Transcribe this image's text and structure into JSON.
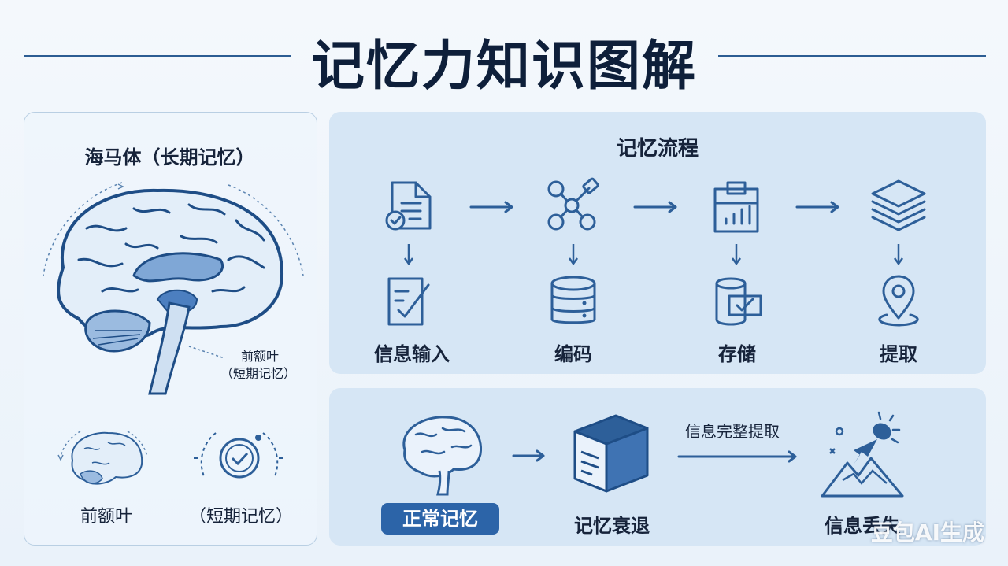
{
  "title": "记忆力知识图解",
  "left_panel": {
    "heading": "海马体（长期记忆）",
    "callout_line1": "前额叶",
    "callout_line2": "（短期记忆）",
    "mini_label_left": "前额叶",
    "mini_label_right": "（短期记忆）"
  },
  "process_panel": {
    "heading": "记忆流程",
    "steps": [
      {
        "label": "信息输入",
        "top_icon": "document-check-icon",
        "bottom_icon": "checklist-icon"
      },
      {
        "label": "编码",
        "top_icon": "network-nodes-icon",
        "bottom_icon": "database-icon"
      },
      {
        "label": "存储",
        "top_icon": "clipboard-chart-icon",
        "bottom_icon": "storage-drum-icon"
      },
      {
        "label": "提取",
        "top_icon": "layers-icon",
        "bottom_icon": "location-pin-icon"
      }
    ]
  },
  "decay_panel": {
    "normal_label": "正常记忆",
    "decay_label": "记忆衰退",
    "arrow_label": "信息完整提取",
    "loss_label": "信息丢失"
  },
  "watermark": "豆包AI生成",
  "colors": {
    "accent": "#2d5f99",
    "badge": "#2c64a8",
    "panel": "#d6e6f5"
  }
}
